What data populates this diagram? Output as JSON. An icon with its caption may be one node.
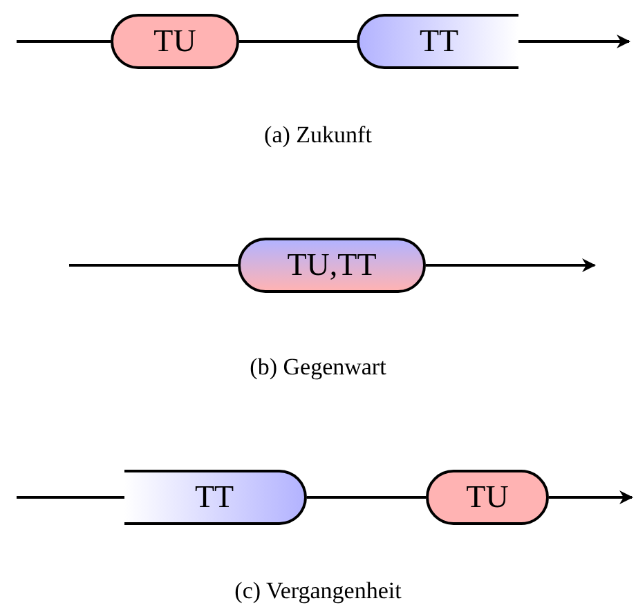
{
  "diagram": {
    "nodes": [
      {
        "text": [
          "TU"
        ]
      },
      {
        "text": [
          "TT"
        ]
      },
      {
        "text": [
          "TU,TT"
        ]
      },
      {
        "text": [
          "TT"
        ]
      },
      {
        "text": [
          "TU"
        ]
      }
    ],
    "edges": [
      {
        "from": null,
        "to": 0,
        "arrow": "none"
      },
      {
        "from": 0,
        "to": 1,
        "arrow": "none"
      },
      {
        "from": 1,
        "to": null,
        "arrow": "to"
      },
      {
        "from": null,
        "to": 2,
        "arrow": "none"
      },
      {
        "from": 2,
        "to": null,
        "arrow": "to"
      },
      {
        "from": null,
        "to": 3,
        "arrow": "none"
      },
      {
        "from": 3,
        "to": 4,
        "arrow": "none"
      },
      {
        "from": 4,
        "to": null,
        "arrow": "to"
      }
    ],
    "labels": [
      "(a) Zukunft",
      "(b) Gegenwart",
      "(c) Vergangenheit"
    ]
  }
}
